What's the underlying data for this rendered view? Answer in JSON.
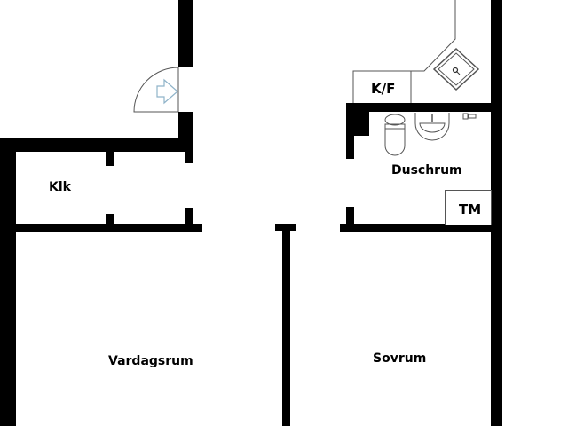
{
  "floorplan": {
    "rooms": [
      {
        "id": "klk",
        "label": "Klk"
      },
      {
        "id": "vardagsrum",
        "label": "Vardagsrum"
      },
      {
        "id": "sovrum",
        "label": "Sovrum"
      },
      {
        "id": "duschrum",
        "label": "Duschrum"
      }
    ],
    "fixtures": {
      "kf": "K/F",
      "tm": "TM"
    },
    "icons": [
      "entrance-arrow-icon",
      "sink-icon",
      "toilet-icon",
      "washbasin-icon",
      "faucet-icon"
    ],
    "colors": {
      "wall": "#000000",
      "background": "#ffffff",
      "arrow": "#8fb3c9"
    }
  }
}
